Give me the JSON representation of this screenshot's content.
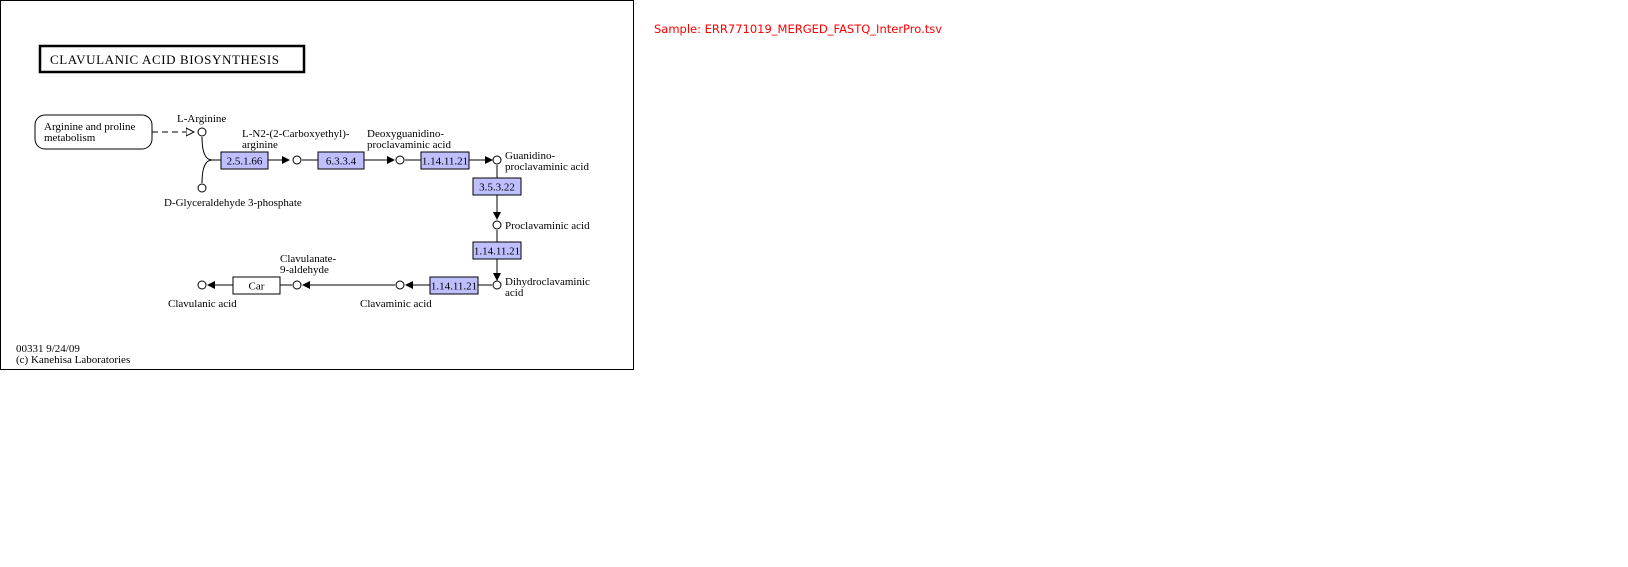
{
  "sample_label": "Sample: ERR771019_MERGED_FASTQ_InterPro.tsv",
  "map": {
    "title": "CLAVULANIC ACID BIOSYNTHESIS",
    "map_id_date": "00331 9/24/09",
    "copyright": "(c) Kanehisa Laboratories",
    "linked_map": [
      "Arginine and proline",
      "metabolism"
    ],
    "compounds": {
      "l_arginine": [
        "L-Arginine"
      ],
      "g3p": [
        "D-Glyceraldehyde 3-phosphate"
      ],
      "carboxyethyl_arginine": [
        "L-N2-(2-Carboxyethyl)-",
        "arginine"
      ],
      "deoxyguanidino": [
        "Deoxyguanidino-",
        "proclavaminic acid"
      ],
      "guanidino": [
        "Guanidino-",
        "proclavaminic acid"
      ],
      "proclavaminic": [
        "Proclavaminic acid"
      ],
      "dihydroclavaminic": [
        "Dihydroclavaminic",
        "acid"
      ],
      "clavaminic": [
        "Clavaminic acid"
      ],
      "clavulanate_aldehyde": [
        "Clavulanate-",
        "9-aldehyde"
      ],
      "clavulanic": [
        "Clavulanic acid"
      ]
    },
    "enzymes": {
      "e1": "2.5.1.66",
      "e2": "6.3.3.4",
      "e3": "1.14.11.21",
      "e4": "3.5.3.22",
      "e5": "1.14.11.21",
      "e6": "1.14.11.21",
      "e7": "Car"
    },
    "colors": {
      "enzyme_found_fill": "#bfbfff",
      "enzyme_missing_fill": "#ffffff",
      "sample_text": "#ff0000"
    }
  }
}
